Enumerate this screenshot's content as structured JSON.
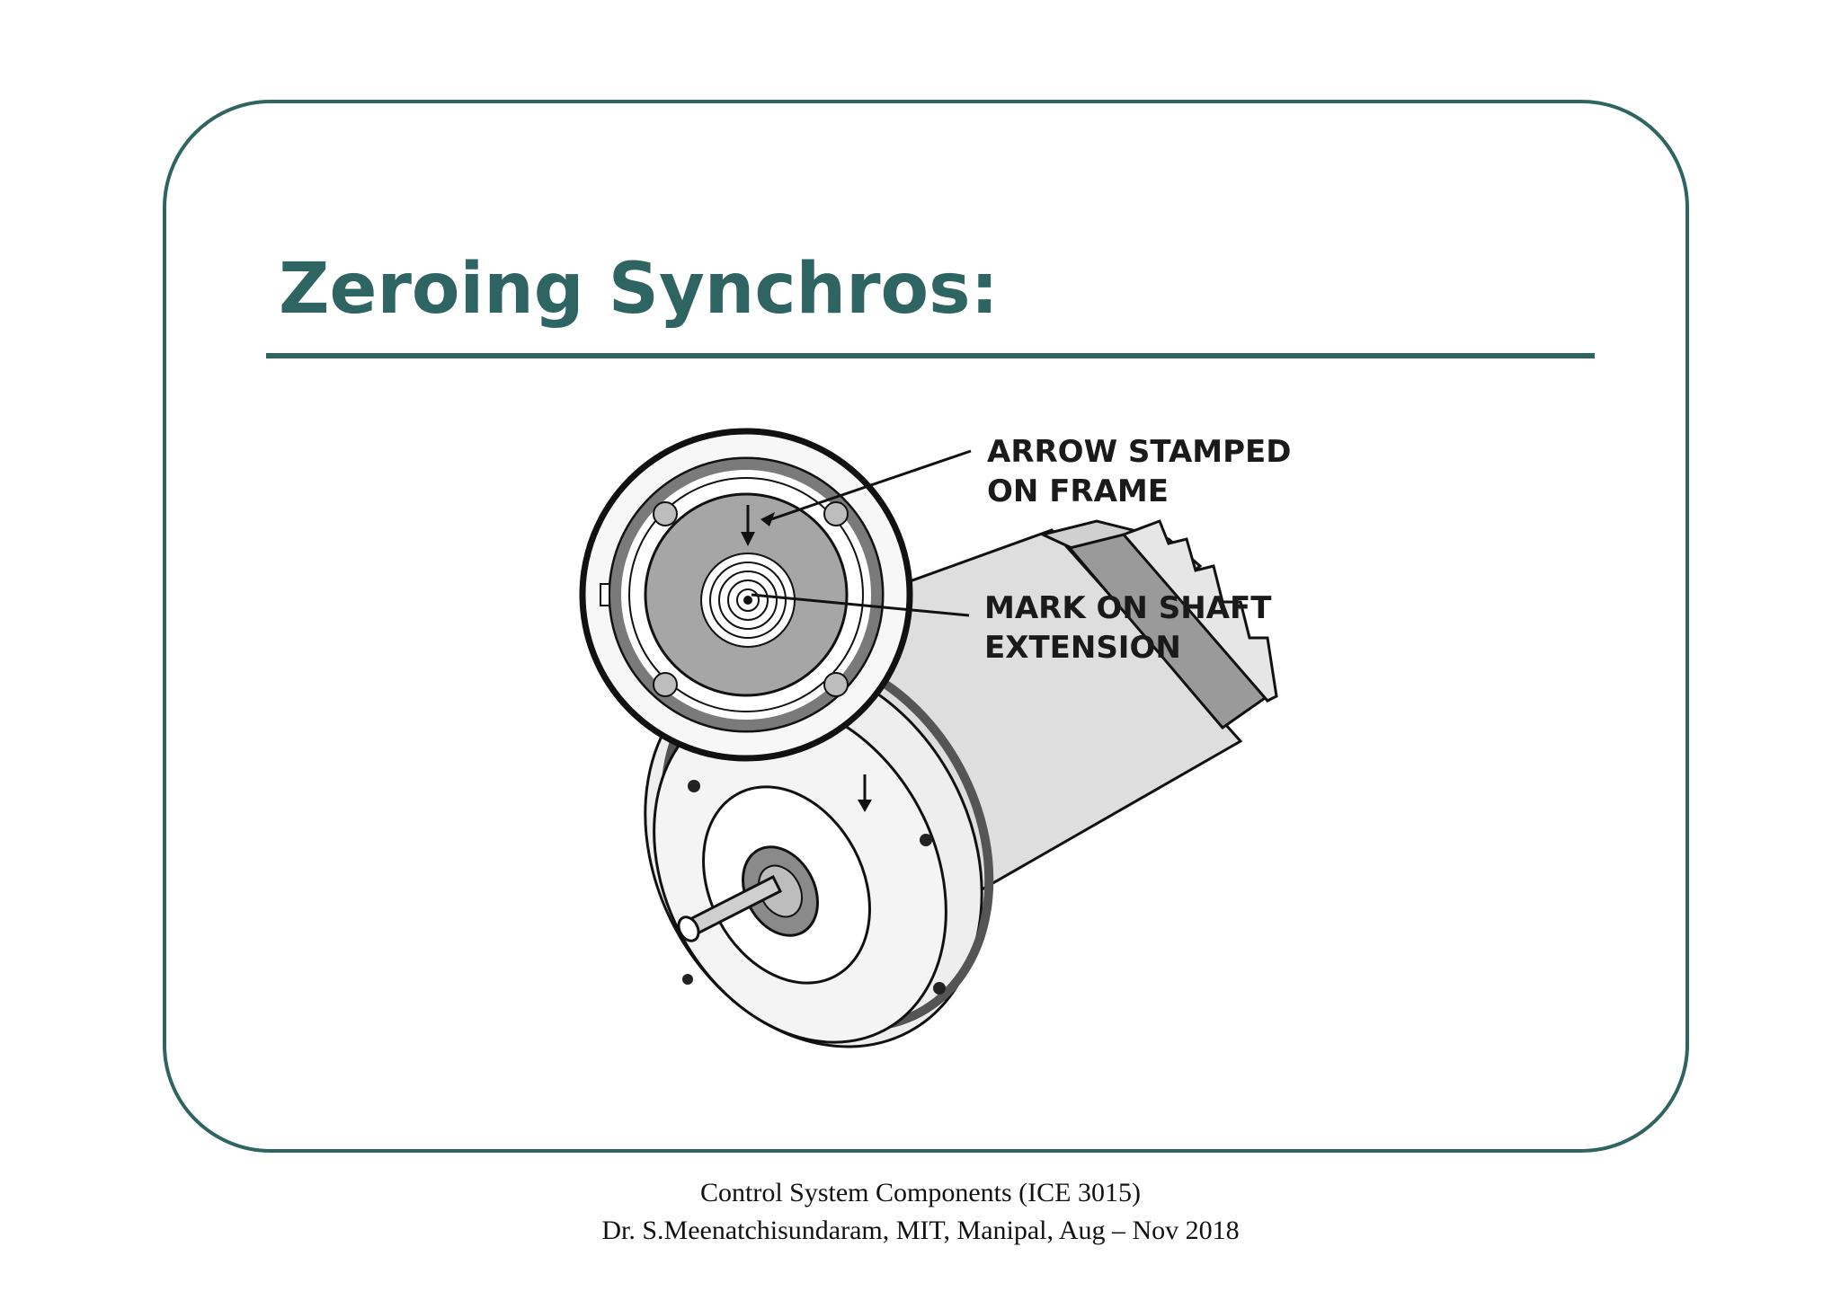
{
  "slide": {
    "title": "Zeroing Synchros:",
    "figure": {
      "callouts": {
        "arrow_stamped_line1": "ARROW STAMPED",
        "arrow_stamped_line2": "ON FRAME",
        "mark_on_shaft_line1": "MARK ON SHAFT",
        "mark_on_shaft_line2": "EXTENSION"
      }
    }
  },
  "footer": {
    "course": "Control System Components (ICE 3015)",
    "author": "Dr. S.Meenatchisundaram, MIT, Manipal, Aug – Nov 2018"
  },
  "colors": {
    "accent": "#2e6461"
  }
}
